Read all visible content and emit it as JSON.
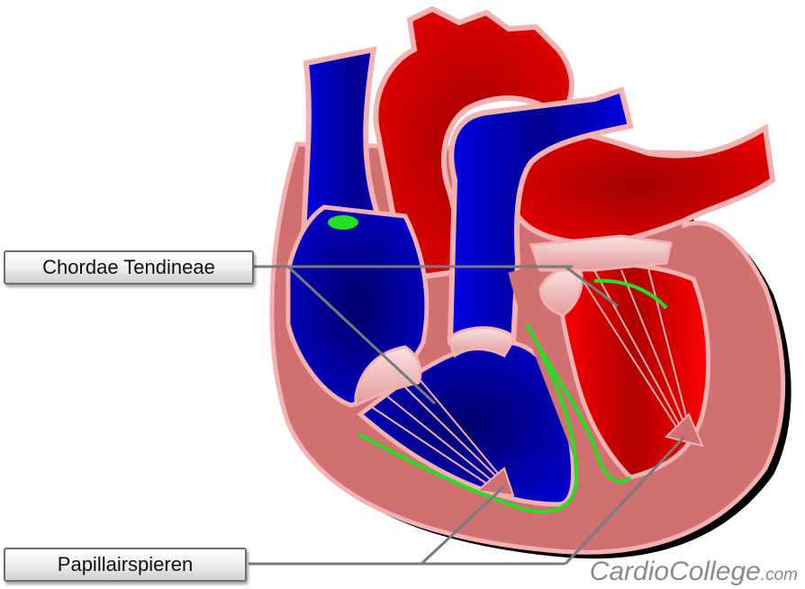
{
  "labels": {
    "chordae_tendineae": "Chordae Tendineae",
    "papillairspieren": "Papillairspieren"
  },
  "watermark": {
    "main": "CardioCollege",
    "suffix": ".com"
  },
  "colors": {
    "oxygenated": "#e00000",
    "deoxygenated": "#0000c8",
    "muscle_wall": "#d07070",
    "outline": "#f3b1b1",
    "conduction": "#22e022",
    "valve": "#f4c9c9",
    "leader_line": "#7a7a7a"
  }
}
